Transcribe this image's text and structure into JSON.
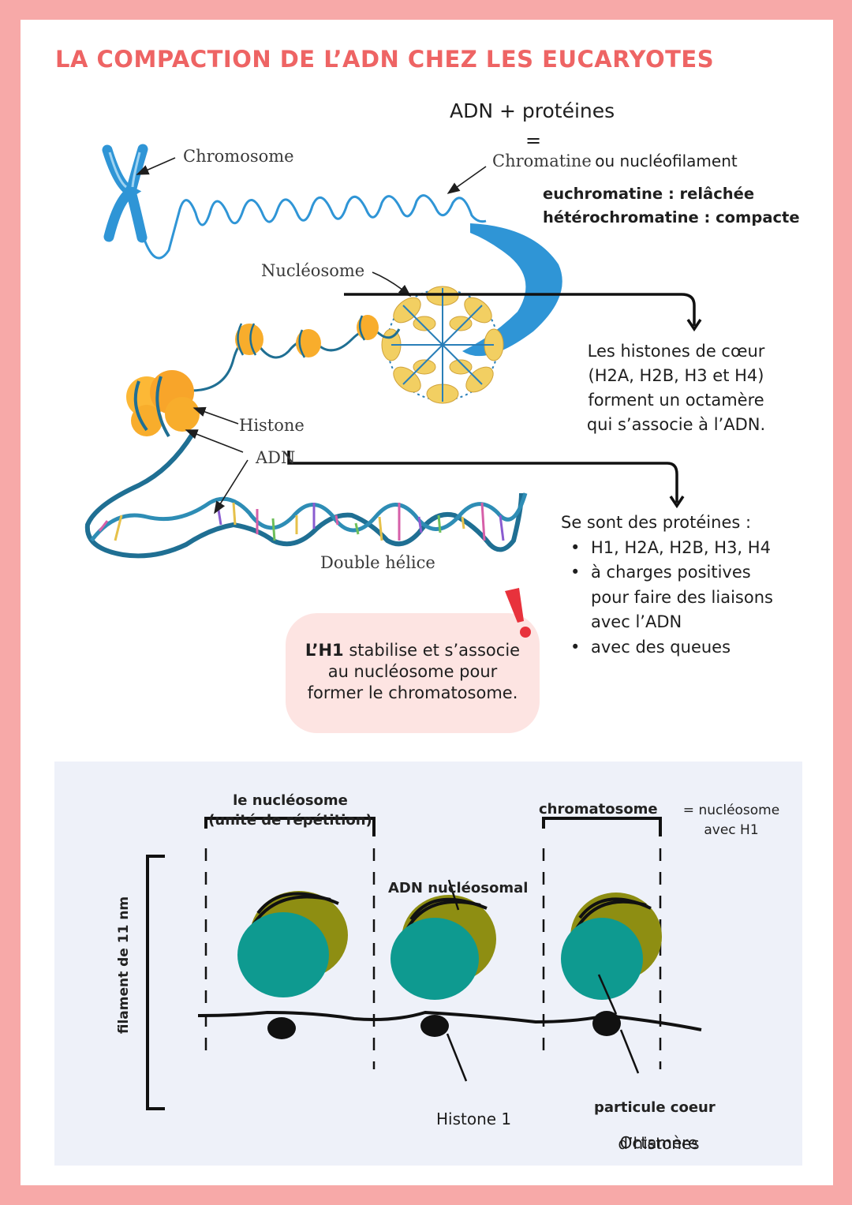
{
  "title": "LA COMPACTION DE L’ADN CHEZ LES EUCARYOTES",
  "top_diagram": {
    "labels": {
      "chromosome": "Chromosome",
      "chromatine": "Chromatine",
      "nucleosome": "Nucléosome",
      "histone": "Histone",
      "adn": "ADN",
      "double_helice": "Double hélice"
    },
    "equation": {
      "left": "ADN + protéines",
      "equals": "=",
      "right_suffix": "ou nucléofilament"
    },
    "chromatin_types": [
      "euchromatine : relâchée",
      "hétérochromatine : compacte"
    ],
    "histone_note": [
      "Les histones de cœur",
      "(H2A, H2B, H3 et H4)",
      "forment un octamère",
      "qui s’associe à l’ADN."
    ],
    "protein_note": {
      "intro": "Se sont des protéines :",
      "bullets": [
        "H1, H2A, H2B, H3, H4",
        "à charges positives pour faire des liaisons avec l’ADN",
        "avec des queues"
      ]
    },
    "warning": {
      "bold": "L’H1",
      "line1_rest": " stabilise et s’associe",
      "line2": "au nucléosome pour",
      "line3": "former le chromatosome."
    }
  },
  "bottom_diagram": {
    "nucleosome_label": [
      "le nucléosome",
      "(unité de répétition)"
    ],
    "chromatosome_label": "chromatosome",
    "chromatosome_def": [
      "= nucléosome",
      "avec H1"
    ],
    "adn_nucleosomal": "ADN nucléosomal",
    "filament": "filament de 11 nm",
    "histone1": "Histone 1",
    "particule": "particule coeur",
    "octamere": [
      "Octamère",
      "d’histones"
    ]
  },
  "colors": {
    "background_border": "#f7a9a8",
    "title": "#ee6464",
    "callout_bg": "#fde4e2",
    "warning_mark": "#e8323c",
    "chromosome_blue": "#2f95d6",
    "histone_orange": "#f8ad2c",
    "helix_blue": "#1f6f93",
    "core_teal": "#0e9a90",
    "dna_olive": "#8e8e12",
    "diagram_bg": "#eef1f9"
  }
}
